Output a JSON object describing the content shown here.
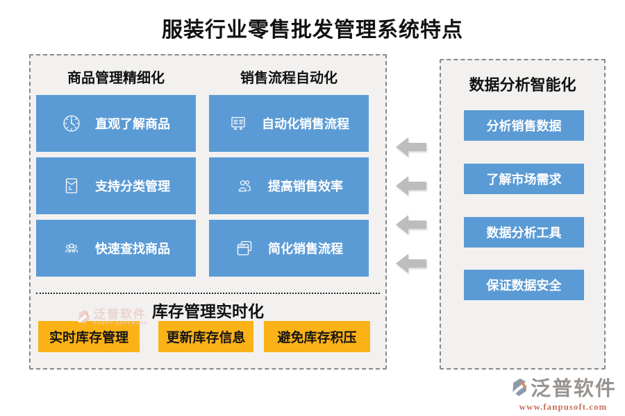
{
  "title": "服装行业零售批发管理系统特点",
  "colors": {
    "box_blue": "#5b9bd5",
    "box_orange": "#fbb216",
    "panel_bg": "#f2f1ef",
    "panel_border": "#878787",
    "arrow_gray": "#bdbdbd",
    "watermark_pink": "#ecd0ca",
    "brand_gray": "#98938f",
    "url_red": "#c9705c"
  },
  "left_panel": {
    "columns": [
      {
        "header": "商品管理精细化",
        "items": [
          {
            "icon": "clock-icon",
            "label": "直观了解商品"
          },
          {
            "icon": "envelope-icon",
            "label": "支持分类管理"
          },
          {
            "icon": "user-group-icon",
            "label": "快速查找商品"
          }
        ]
      },
      {
        "header": "销售流程自动化",
        "items": [
          {
            "icon": "board-list-icon",
            "label": "自动化销售流程"
          },
          {
            "icon": "people-icon",
            "label": "提高销售效率"
          },
          {
            "icon": "stacked-windows-icon",
            "label": "简化销售流程"
          }
        ]
      }
    ],
    "inventory": {
      "header": "库存管理实时化",
      "items": [
        "实时库存管理",
        "更新库存信息",
        "避免库存积压"
      ]
    }
  },
  "right_panel": {
    "header": "数据分析智能化",
    "items": [
      "分析销售数据",
      "了解市场需求",
      "数据分析工具",
      "保证数据安全"
    ]
  },
  "arrows": {
    "count": 4,
    "direction": "left"
  },
  "watermark": {
    "text": "泛普软件",
    "subtext": "FANPU SOFTWARE"
  },
  "footer": {
    "brand": "泛普软件",
    "url": "www.fanpusoft.com"
  }
}
